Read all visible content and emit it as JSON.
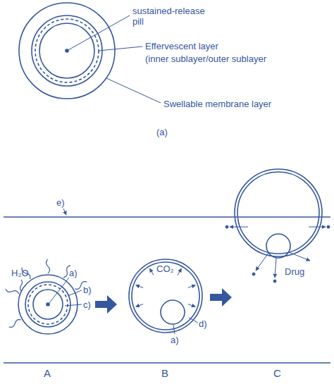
{
  "diagram": {
    "labels": [
      "sustained-release pill",
      "Effervescent layer",
      "(inner sublayer/outer sublayer",
      "Swellable membrane layer",
      "(a)",
      "e)",
      "H₂O",
      "a)",
      "b)",
      "c)",
      "CO₂",
      "d)",
      "a)",
      "Drug",
      "A",
      "B",
      "C"
    ]
  }
}
